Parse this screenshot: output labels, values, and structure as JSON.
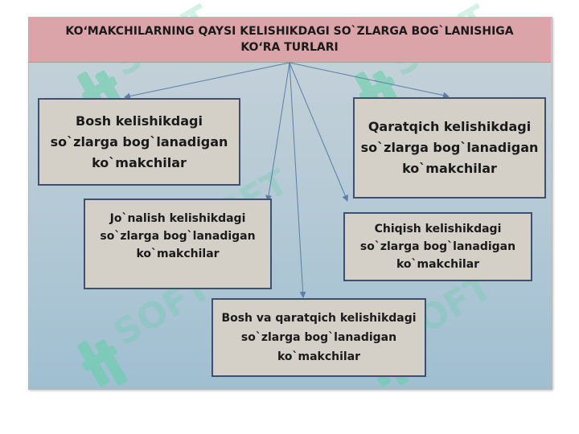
{
  "diagram": {
    "title": "KO‘MAKCHILARNING QAYSI KELISHIKDAGI SO`ZLARGA BOG`LANISHIGA KO‘RA TURLARI",
    "nodes": [
      {
        "id": "bosh",
        "label": "Bosh kelishikdagi so`zlarga bog`lanadigan ko`makchilar"
      },
      {
        "id": "qaratqich",
        "label": "Qaratqich kelishikdagi so`zlarga bog`lanadigan ko`makchilar"
      },
      {
        "id": "jonalish",
        "label": "Jo`nalish kelishikdagi so`zlarga bog`lanadigan ko`makchilar"
      },
      {
        "id": "chiqish",
        "label": "Chiqish kelishikdagi so`zlarga bog`lanadigan ko`makchilar"
      },
      {
        "id": "bosh-qaratqich",
        "label": "Bosh va qaratqich kelishikdagi so`zlarga bog`lanadigan ko`makchilar"
      }
    ]
  },
  "colors": {
    "header_bg": "#dba4a8",
    "slide_bg": "#b3c9d5",
    "box_bg": "#d4d0c8",
    "box_border": "#3f4f6e",
    "arrow": "#5a7fa8",
    "watermark": "#5fd0a6"
  }
}
